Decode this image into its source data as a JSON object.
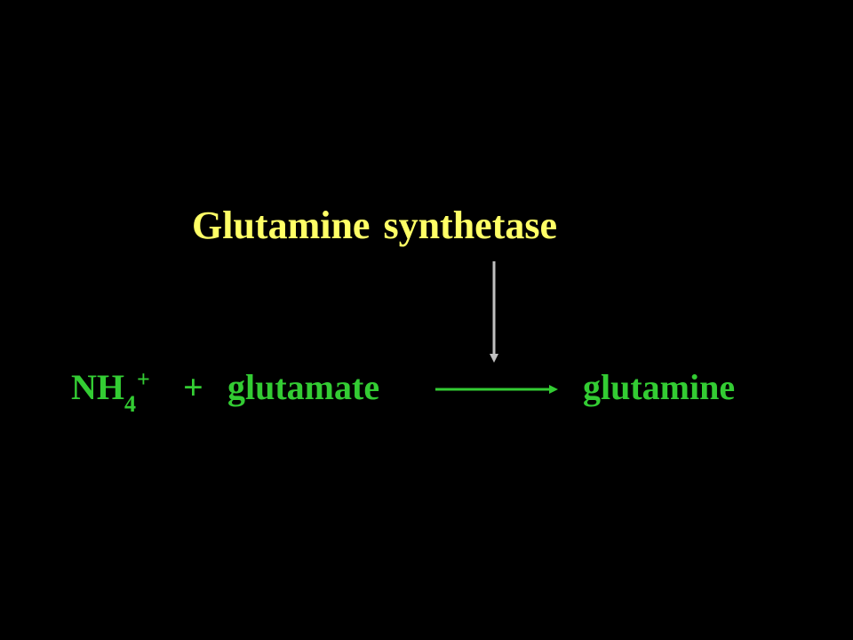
{
  "enzyme": {
    "name": "Glutamine synthetase",
    "color": "#ffff66"
  },
  "reaction": {
    "reactant1": {
      "base": "NH",
      "subscript": "4",
      "superscript": "+"
    },
    "plus": "+",
    "reactant2": "glutamate",
    "product": "glutamine",
    "color": "#33cc33"
  },
  "arrows": {
    "enzyme_arrow_color": "#c0c0c0",
    "reaction_arrow_color": "#33cc33"
  }
}
